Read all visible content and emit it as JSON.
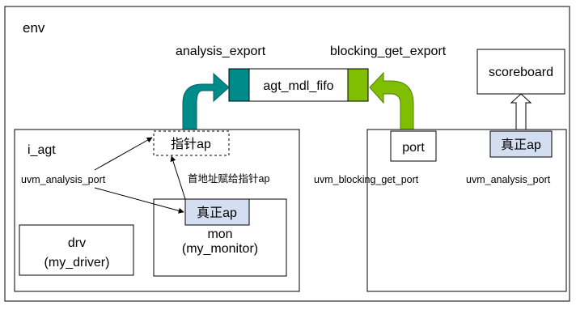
{
  "env": {
    "label": "env"
  },
  "fifo": {
    "label": "agt_mdl_fifo",
    "left_export_label": "analysis_export",
    "right_export_label": "blocking_get_export"
  },
  "scoreboard": {
    "label": "scoreboard"
  },
  "agent": {
    "label": "i_agt",
    "pointer_ap_label": "指针ap",
    "port_type_label": "uvm_analysis_port",
    "assign_note": "首地址赋给指针ap",
    "driver": {
      "line1": "drv",
      "line2": "(my_driver)"
    },
    "monitor": {
      "line1": "mon",
      "line2": "(my_monitor)",
      "real_ap_label": "真正ap"
    }
  },
  "model": {
    "port_label": "port",
    "port_type_label": "uvm_blocking_get_port",
    "real_ap_label": "真正ap",
    "ap_type_label": "uvm_analysis_port"
  },
  "colors": {
    "teal": "#008b8b",
    "green": "#7fbf00",
    "ap_fill": "#d3dff0"
  }
}
